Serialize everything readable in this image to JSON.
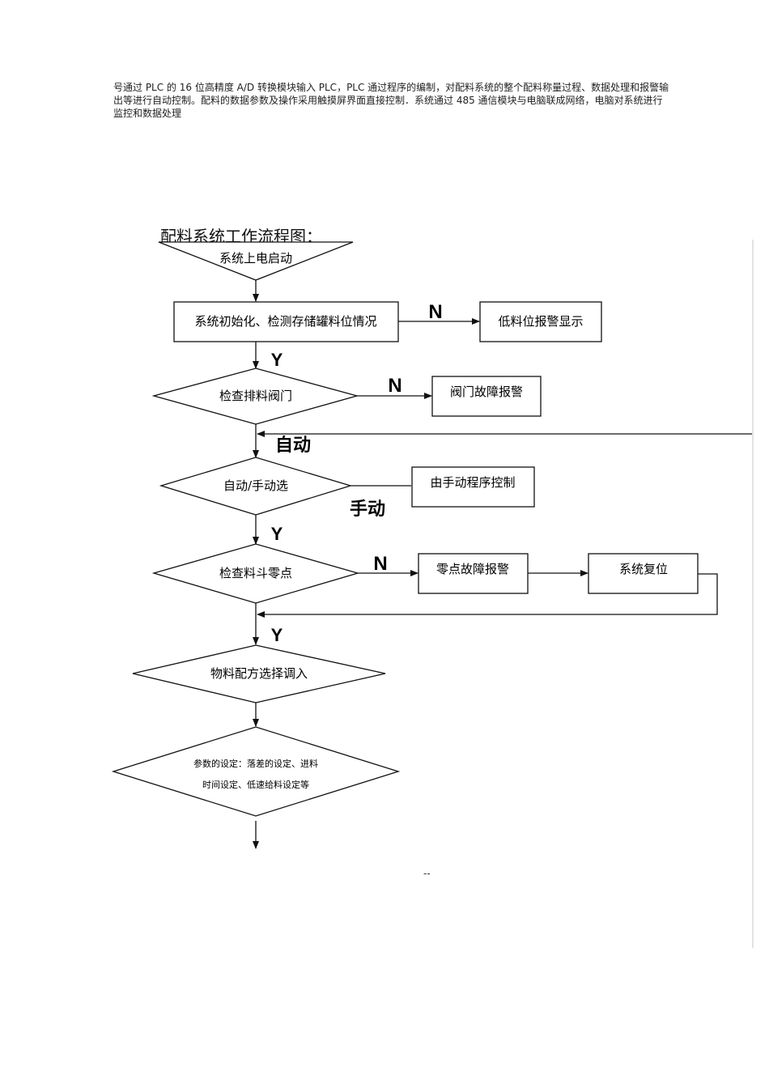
{
  "intro": {
    "text": "号通过 PLC 的 16 位高精度 A/D 转换模块输入 PLC，PLC 通过程序的编制，对配料系统的整个配料称量过程、数据处理和报警输出等进行自动控制。配料的数据参数及操作采用触摸屏界面直接控制．系统通过 485 通信模块与电脑联成网络，电脑对系统进行监控和数据处理"
  },
  "chart_title": "配料系统工作流程图：",
  "flow": {
    "start": "系统上电启动",
    "init": "系统初始化、检测存储罐料位情况",
    "low_alarm": "低料位报警显示",
    "check_valve": "检查排料阀门",
    "valve_alarm": "阀门故障报警",
    "auto_manual": "自动/手动选",
    "manual_program": "由手动程序控制",
    "check_zero": "检查料斗零点",
    "zero_alarm": "零点故障报警",
    "reset": "系统复位",
    "recipe": "物料配方选择调入",
    "params_line1": "参数的设定：落差的设定、进料",
    "params_line2": "时间设定、低速给料设定等"
  },
  "labels": {
    "n1": "N",
    "y1": "Y",
    "n2": "N",
    "auto": "自动",
    "manual": "手动",
    "y2": "Y",
    "n3": "N",
    "y3": "Y"
  },
  "page_marker": "--"
}
